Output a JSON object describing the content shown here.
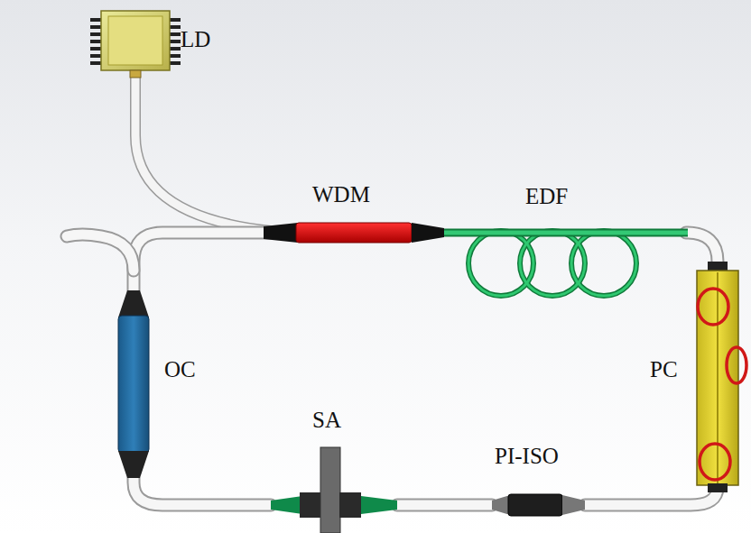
{
  "diagram": {
    "labels": [
      "LD",
      "WDM",
      "EDF",
      "PC",
      "OC",
      "SA",
      "PI-ISO"
    ]
  }
}
